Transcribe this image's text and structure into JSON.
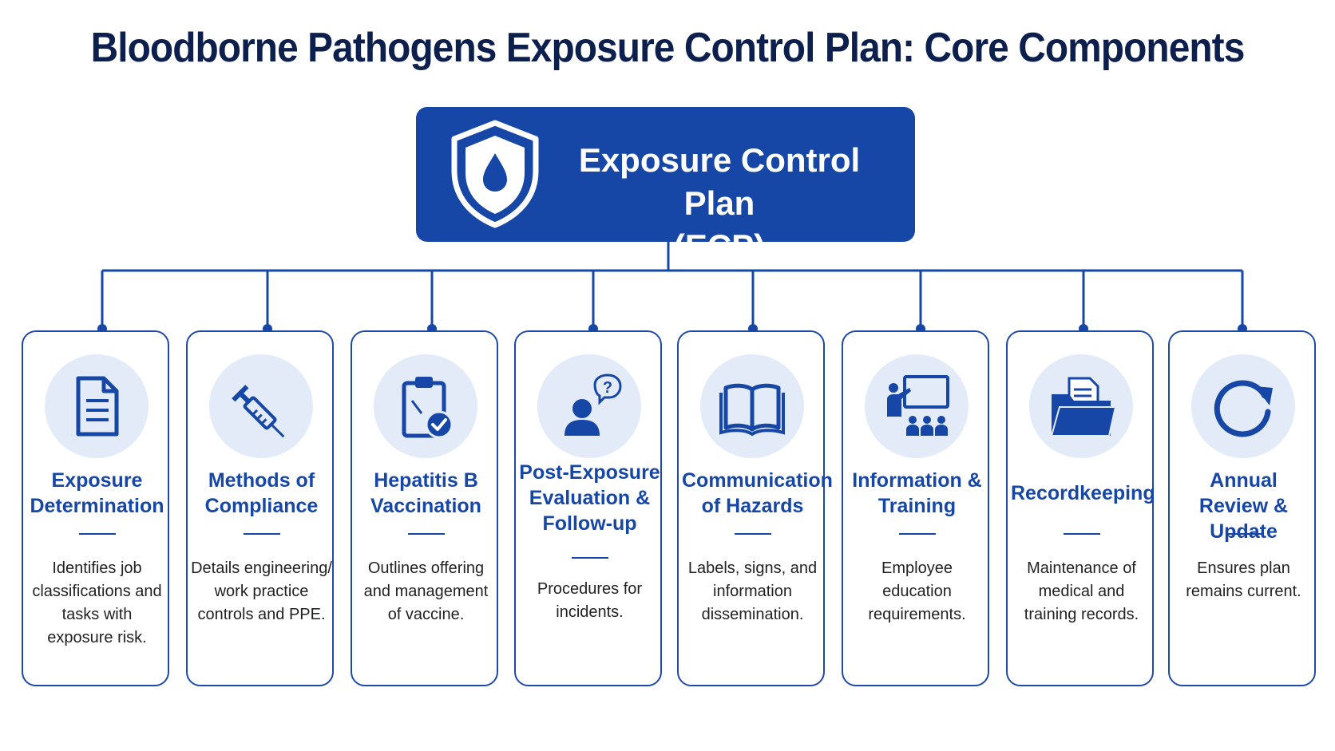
{
  "title": "Bloodborne Pathogens Exposure Control Plan: Core Components",
  "hub": {
    "title_line1": "Exposure Control Plan",
    "title_line2": "(ECP)",
    "icon": "shield-droplet-icon"
  },
  "colors": {
    "primary": "#1747a6",
    "title": "#0d1f4d",
    "icon_bg": "#e2ebf7"
  },
  "components": [
    {
      "title": [
        "Exposure",
        "Determination"
      ],
      "description": [
        "Identifies job",
        "classifications and",
        "tasks with",
        "exposure risk."
      ],
      "icon": "document-icon"
    },
    {
      "title": [
        "Methods of",
        "Compliance"
      ],
      "description": [
        "Details engineering/",
        "work practice",
        "controls and PPE."
      ],
      "icon": "syringe-icon"
    },
    {
      "title": [
        "Hepatitis B",
        "Vaccination"
      ],
      "description": [
        "Outlines offering",
        "and management",
        "of vaccine."
      ],
      "icon": "clipboard-check-icon"
    },
    {
      "title": [
        "Post-Exposure",
        "Evaluation &",
        "Follow-up"
      ],
      "description": [
        "Procedures for",
        "incidents."
      ],
      "icon": "person-question-icon"
    },
    {
      "title": [
        "Communication",
        "of Hazards"
      ],
      "description": [
        "Labels, signs, and",
        "information",
        "dissemination."
      ],
      "icon": "open-book-icon"
    },
    {
      "title": [
        "Information &",
        "Training"
      ],
      "description": [
        "Employee",
        "education",
        "requirements."
      ],
      "icon": "training-presentation-icon"
    },
    {
      "title": [
        "Recordkeeping"
      ],
      "description": [
        "Maintenance of",
        "medical and",
        "training records."
      ],
      "icon": "folder-document-icon"
    },
    {
      "title": [
        "Annual Review &",
        "Update"
      ],
      "description": [
        "Ensures plan",
        "remains current."
      ],
      "icon": "refresh-arrow-icon"
    }
  ]
}
